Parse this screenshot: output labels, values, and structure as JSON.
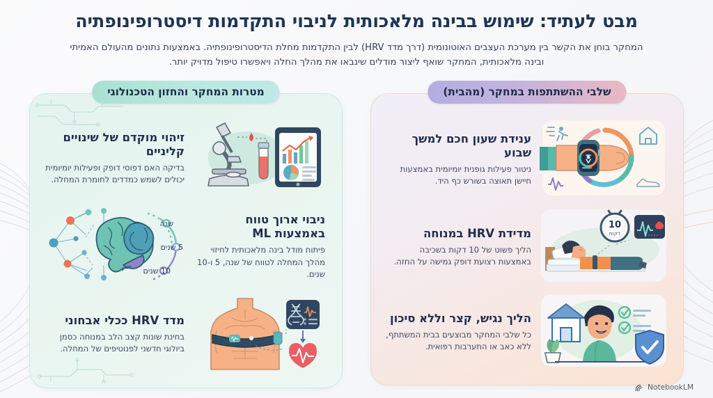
{
  "header": {
    "title": "מבט לעתיד: שימוש בבינה מלאכותית לניבוי התקדמות דיסטרופינופתיה",
    "subtitle": "המחקר בוחן את הקשר בין מערכת העצבים האוטונומית (דרך מדד HRV) לבין התקדמות מחלת הדיסטרופינופתיה. באמצעות נתונים מהעולם האמיתי ובינה מלאכותית, המחקר שואף ליצור מודלים שינבאו את מהלך החלה ויאפשרו טיפול מדויק יותר."
  },
  "panels": {
    "left": {
      "badge": "מטרות המחקר והחזון הטכנולוגי",
      "badge_color": "#b9e7dd",
      "items": [
        {
          "title": "זיהוי מוקדם של שינויים קליניים",
          "desc": "בדיקה האם דפוסי דופק ופעילות יומיומית יכולים לשמש כמדדים לחומרת המחלה.",
          "art": "microscope-tablet-illustration"
        },
        {
          "title": "ניבוי ארוך טווח באמצעות ML",
          "desc": "פיתוח מודל בינה מלאכותית לחיזוי מהלך המחלה לטווח של שנה, 5 ו-10 שנים.",
          "art": "brain-network-illustration",
          "timeline_labels": [
            "שנה",
            "5 שנים",
            "10 שנים"
          ]
        },
        {
          "title": "מדד HRV ככלי אבחוני",
          "desc": "בחינת שונות קצב הלב במנוחה כסמן ביולוגי חדשני לפנוטיפים של המחלה.",
          "art": "chest-strap-illustration"
        }
      ]
    },
    "right": {
      "badge": "שלבי ההשתתפות במחקר (מהבית)",
      "badge_color": "#c3b3dd",
      "items": [
        {
          "title": "ענידת שעון חכם למשך שבוע",
          "desc": "ניטור פעילות גופנית יומיומית באמצעות חיישן תאוצה בשורש כף היד.",
          "art": "smartwatch-hand-illustration"
        },
        {
          "title": "מדידת HRV במנוחה",
          "desc": "הליך פשוט של 10 דקות בשכיבה באמצעות רצועת דופק גמישה על החזה.",
          "art": "resting-measurement-illustration",
          "clock_value": "10",
          "clock_unit": "דקות"
        },
        {
          "title": "הליך נגיש, קצר וללא סיכון",
          "desc": "כל שלבי המחקר מבוצעים בבית המשתתף, ללא כאב או התערבות רפואית.",
          "art": "home-participant-illustration"
        }
      ]
    }
  },
  "footer": {
    "watermark": "NotebookLM",
    "watermark_icon": "notebooklm-logo-icon"
  },
  "theme": {
    "title_color": "#1d3557",
    "left_panel_bg": "#e9f5f0",
    "right_panel_bg": "#f7ecee",
    "accent_teal": "#4fb9a5",
    "accent_purple": "#8d7fc4",
    "accent_orange": "#f08a5d",
    "accent_red": "#e8504f"
  }
}
